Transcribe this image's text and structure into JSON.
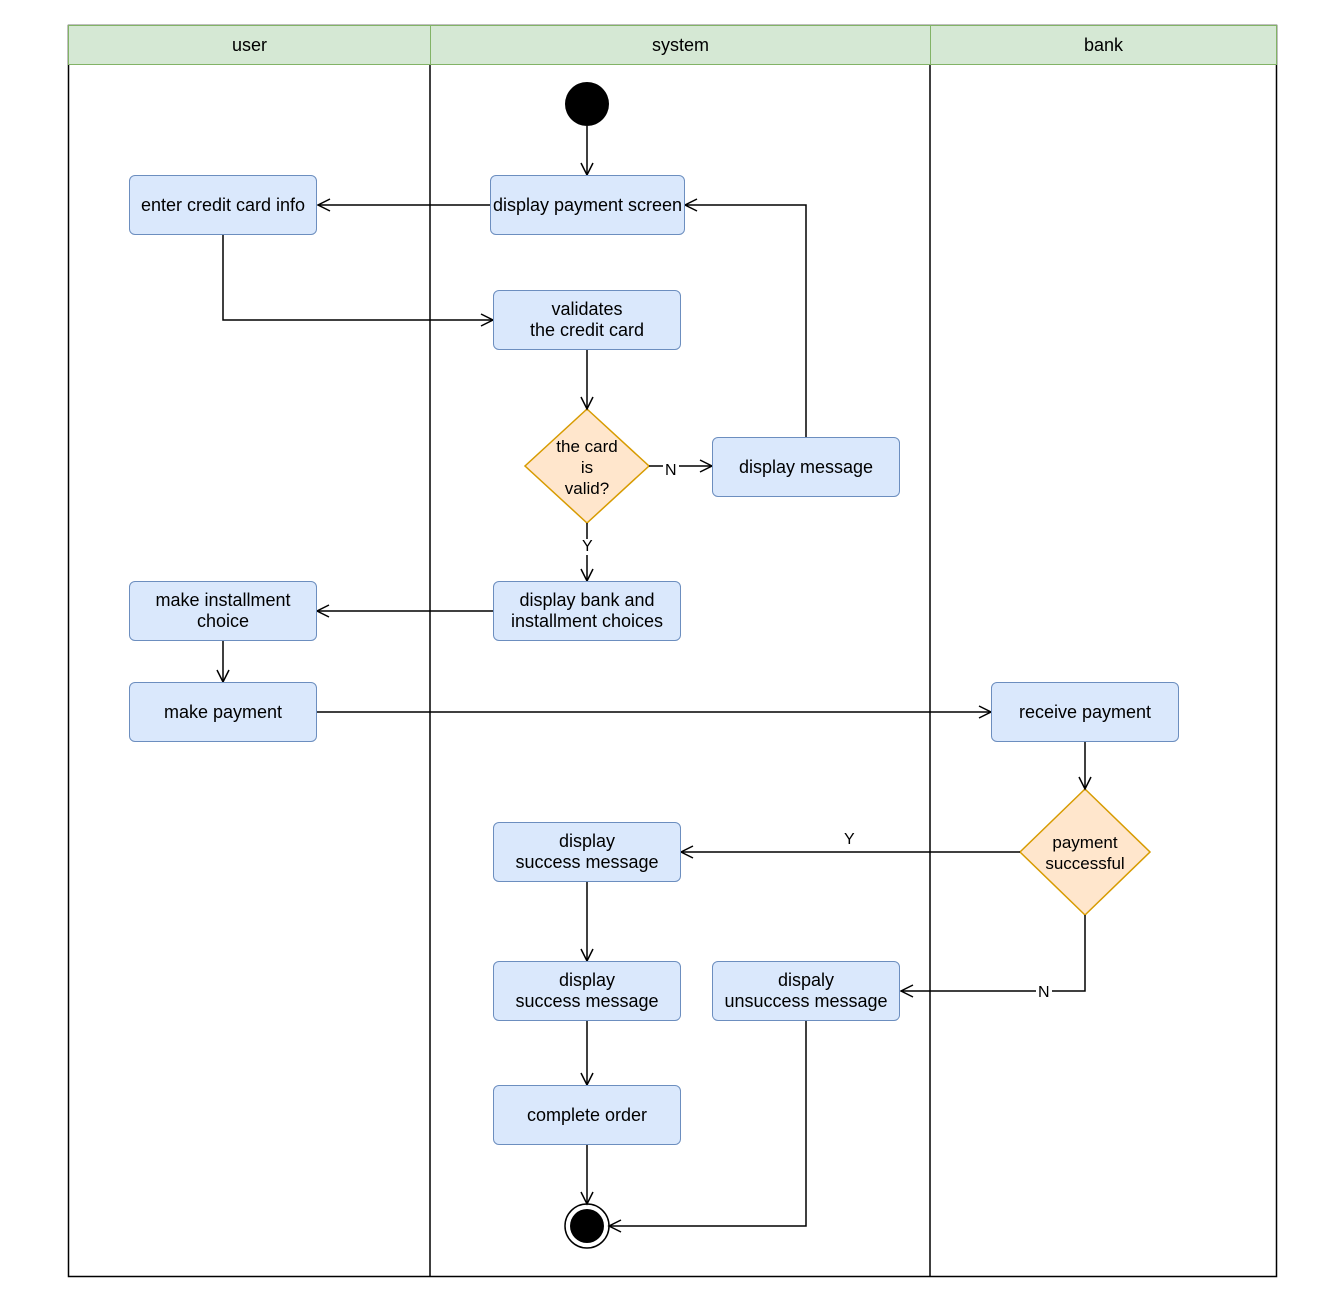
{
  "lanes": {
    "user": "user",
    "system": "system",
    "bank": "bank"
  },
  "nodes": {
    "enter_card": "enter credit card info",
    "display_payment_screen": "display payment screen",
    "validates_card": "validates\n the credit card",
    "card_valid_decision": "the card\nis\nvalid?",
    "display_message": "display message",
    "display_bank_choices": "display bank and\ninstallment choices",
    "make_installment_choice": "make installment\nchoice",
    "make_payment": "make payment",
    "receive_payment": "receive payment",
    "payment_successful_decision": "payment\nsuccessful",
    "display_success_message_1": "display\n success message",
    "display_success_message_2": "display\n success message",
    "display_unsuccess_message": "dispaly\nunsuccess message",
    "complete_order": "complete order"
  },
  "edge_labels": {
    "card_invalid": "N",
    "card_valid": "Y",
    "payment_yes": "Y",
    "payment_no": "N"
  },
  "colors": {
    "lane_header_fill": "#d5e8d4",
    "lane_header_stroke": "#82b366",
    "action_fill": "#dae8fc",
    "action_stroke": "#6c8ebf",
    "decision_fill": "#ffe6cc",
    "decision_stroke": "#d79b00"
  }
}
